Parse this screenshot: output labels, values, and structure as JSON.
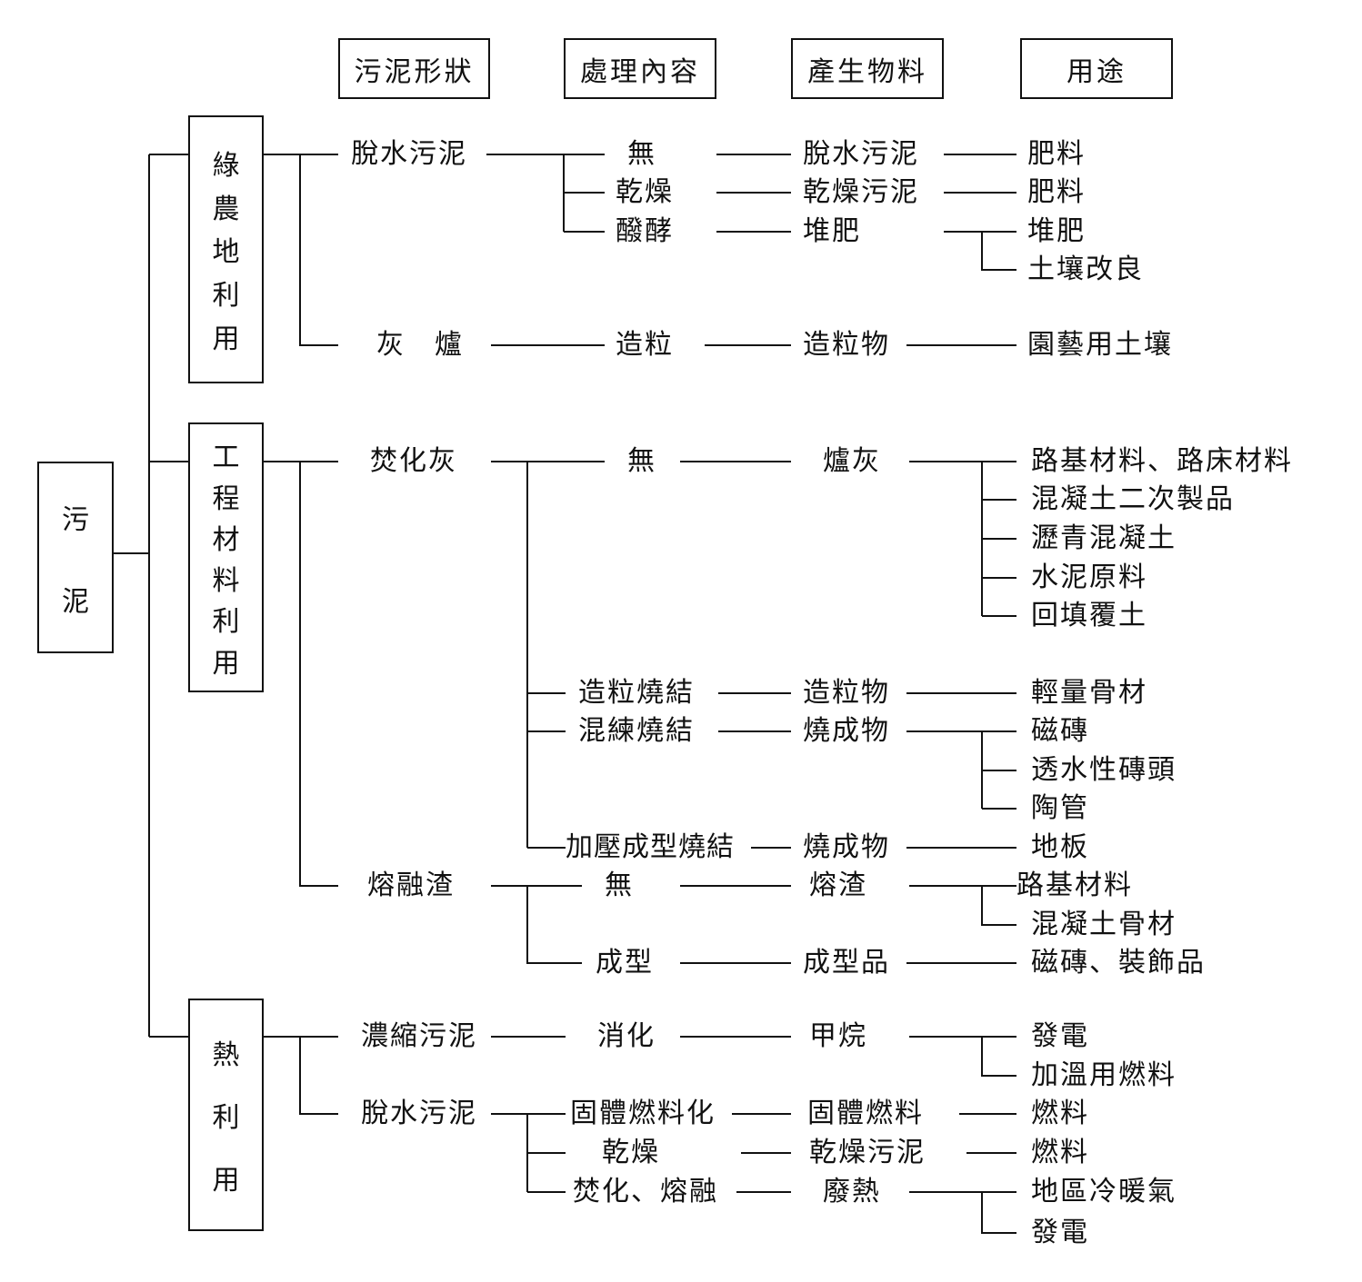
{
  "headers": [
    "污泥形狀",
    "處理內容",
    "產生物料",
    "用途"
  ],
  "root": [
    "污",
    "泥"
  ],
  "categories": [
    [
      "綠",
      "農",
      "地",
      "利",
      "用"
    ],
    [
      "工",
      "程",
      "材",
      "料",
      "利",
      "用"
    ],
    [
      "熱",
      "利",
      "用"
    ]
  ],
  "labels": {
    "f1": "脫水污泥",
    "p1": "無",
    "m1": "脫水污泥",
    "u1": "肥料",
    "p2": "乾燥",
    "m2": "乾燥污泥",
    "u2": "肥料",
    "p3": "醱酵",
    "m3": "堆肥",
    "u3a": "堆肥",
    "u3b": "土壤改良",
    "f2": "灰　爐",
    "p4": "造粒",
    "m4": "造粒物",
    "u4": "園藝用土壤",
    "f3": "焚化灰",
    "p5": "無",
    "m5": "爐灰",
    "u5a": "路基材料、路床材料",
    "u5b": "混凝土二次製品",
    "u5c": "瀝青混凝土",
    "u5d": "水泥原料",
    "u5e": "回填覆土",
    "p6": "造粒燒結",
    "m6": "造粒物",
    "u6": "輕量骨材",
    "p7": "混練燒結",
    "m7": "燒成物",
    "u7a": "磁磚",
    "u7b": "透水性磚頭",
    "u7c": "陶管",
    "p8": "加壓成型燒結",
    "m8": "燒成物",
    "u8": "地板",
    "f4": "熔融渣",
    "p9": "無",
    "m9": "熔渣",
    "u9a": "路基材料",
    "u9b": "混凝土骨材",
    "p10": "成型",
    "m10": "成型品",
    "u10": "磁磚、裝飾品",
    "f5": "濃縮污泥",
    "p11": "消化",
    "m11": "甲烷",
    "u11a": "發電",
    "u11b": "加溫用燃料",
    "f6": "脫水污泥",
    "p12": "固體燃料化",
    "m12": "固體燃料",
    "u12": "燃料",
    "p13": "乾燥",
    "m13": "乾燥污泥",
    "u13": "燃料",
    "p14": "焚化、熔融",
    "m14": "廢熱",
    "u14a": "地區冷暖氣",
    "u14b": "發電"
  }
}
